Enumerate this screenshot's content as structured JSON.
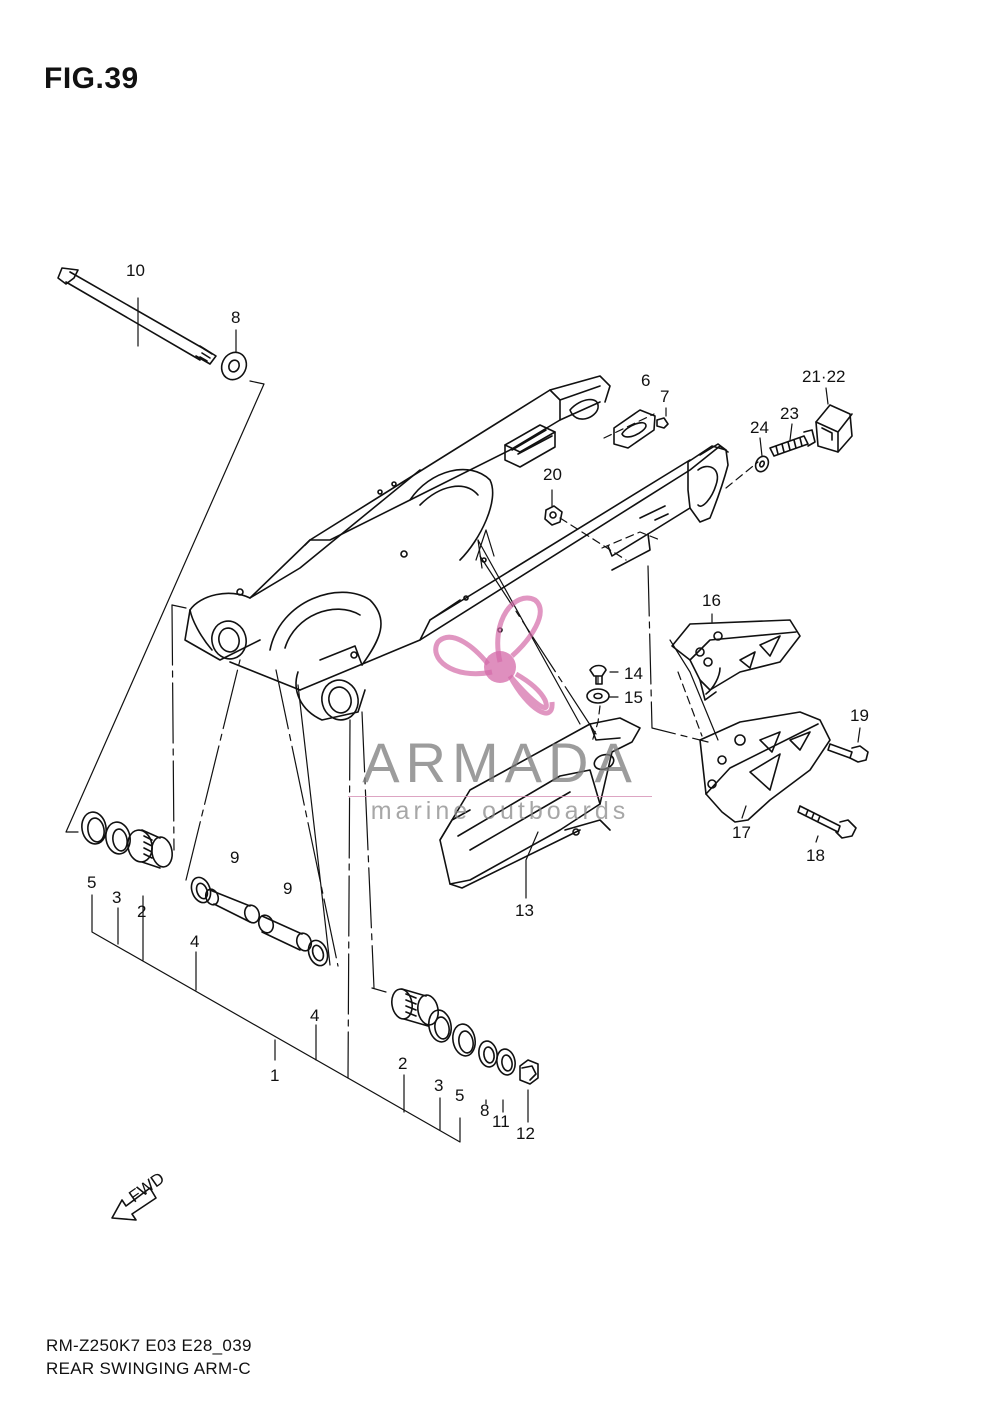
{
  "figure": {
    "title": "FIG.39"
  },
  "footer": {
    "code": "RM-Z250K7 E03 E28_039",
    "name": "REAR SWINGING ARM-C"
  },
  "watermark": {
    "name": "ARMADA",
    "subtitle": "marine outboards",
    "color_pink": "#d46aa8",
    "color_gray": "#7b7b7b"
  },
  "fwd_label": "FWD",
  "callouts": {
    "c1": "1",
    "c2a": "2",
    "c2b": "2",
    "c3a": "3",
    "c3b": "3",
    "c4a": "4",
    "c4b": "4",
    "c5a": "5",
    "c5b": "5",
    "c6": "6",
    "c7": "7",
    "c8a": "8",
    "c8b": "8",
    "c9a": "9",
    "c9b": "9",
    "c10": "10",
    "c11": "11",
    "c12": "12",
    "c13": "13",
    "c14": "14",
    "c15": "15",
    "c16": "16",
    "c17": "17",
    "c18": "18",
    "c19": "19",
    "c20": "20",
    "c21_22": "21·22",
    "c23": "23",
    "c24": "24"
  }
}
